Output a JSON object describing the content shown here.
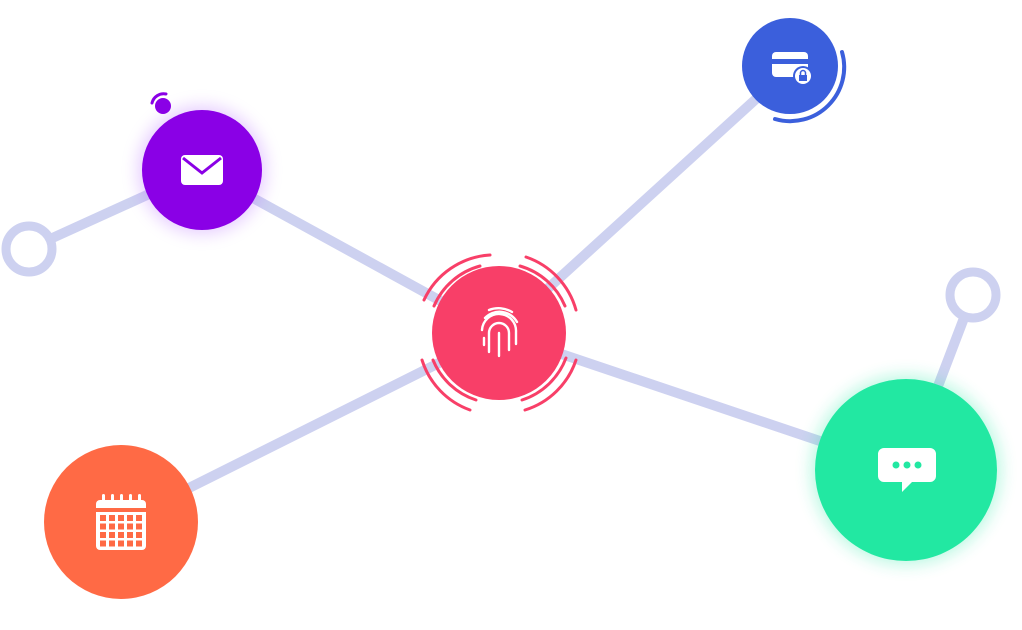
{
  "diagram": {
    "connector_color": "#cdd1f0",
    "nodes": [
      {
        "id": "fingerprint",
        "icon": "fingerprint-icon",
        "color": "#f83f68",
        "shade": "#e8335c",
        "role": "hub"
      },
      {
        "id": "email",
        "icon": "envelope-icon",
        "color": "#8a00e6",
        "shade": "#7a00d0"
      },
      {
        "id": "card",
        "icon": "credit-card-lock-icon",
        "color": "#3b5fdc",
        "shade": "#2f4fc8"
      },
      {
        "id": "chat",
        "icon": "chat-bubble-icon",
        "color": "#22e8a2",
        "shade": "#1cd994"
      },
      {
        "id": "calendar",
        "icon": "calendar-icon",
        "color": "#ff6a45",
        "shade": "#f25a36"
      }
    ],
    "endpoints": [
      {
        "id": "left-ring",
        "attached_to": "email"
      },
      {
        "id": "right-ring",
        "attached_to": "chat"
      }
    ]
  }
}
